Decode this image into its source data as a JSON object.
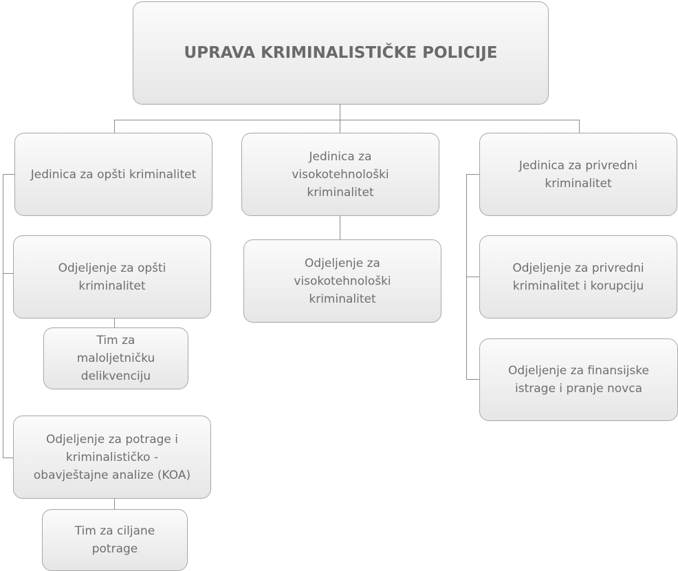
{
  "root": "UPRAVA KRIMINALISTIČKE POLICIJE",
  "units": [
    {
      "title": "Jedinica za opšti kriminalitet",
      "children": [
        {
          "title": "Odjeljenje za opšti kriminalitet",
          "team": "Tim za maloljetničku delikvenciju"
        },
        {
          "title": "Odjeljenje za potrage i kriminalističko - obavještajne analize (KOA)",
          "team": "Tim za ciljane potrage"
        }
      ]
    },
    {
      "title": "Jedinica za visokotehnološki kriminalitet",
      "children": [
        {
          "title": "Odjeljenje za visokotehnološki kriminalitet"
        }
      ]
    },
    {
      "title": "Jedinica za privredni kriminalitet",
      "children": [
        {
          "title": "Odjeljenje za privredni kriminalitet i korupciju"
        },
        {
          "title": "Odjeljenje za finansijske istrage i pranje novca"
        }
      ]
    }
  ]
}
